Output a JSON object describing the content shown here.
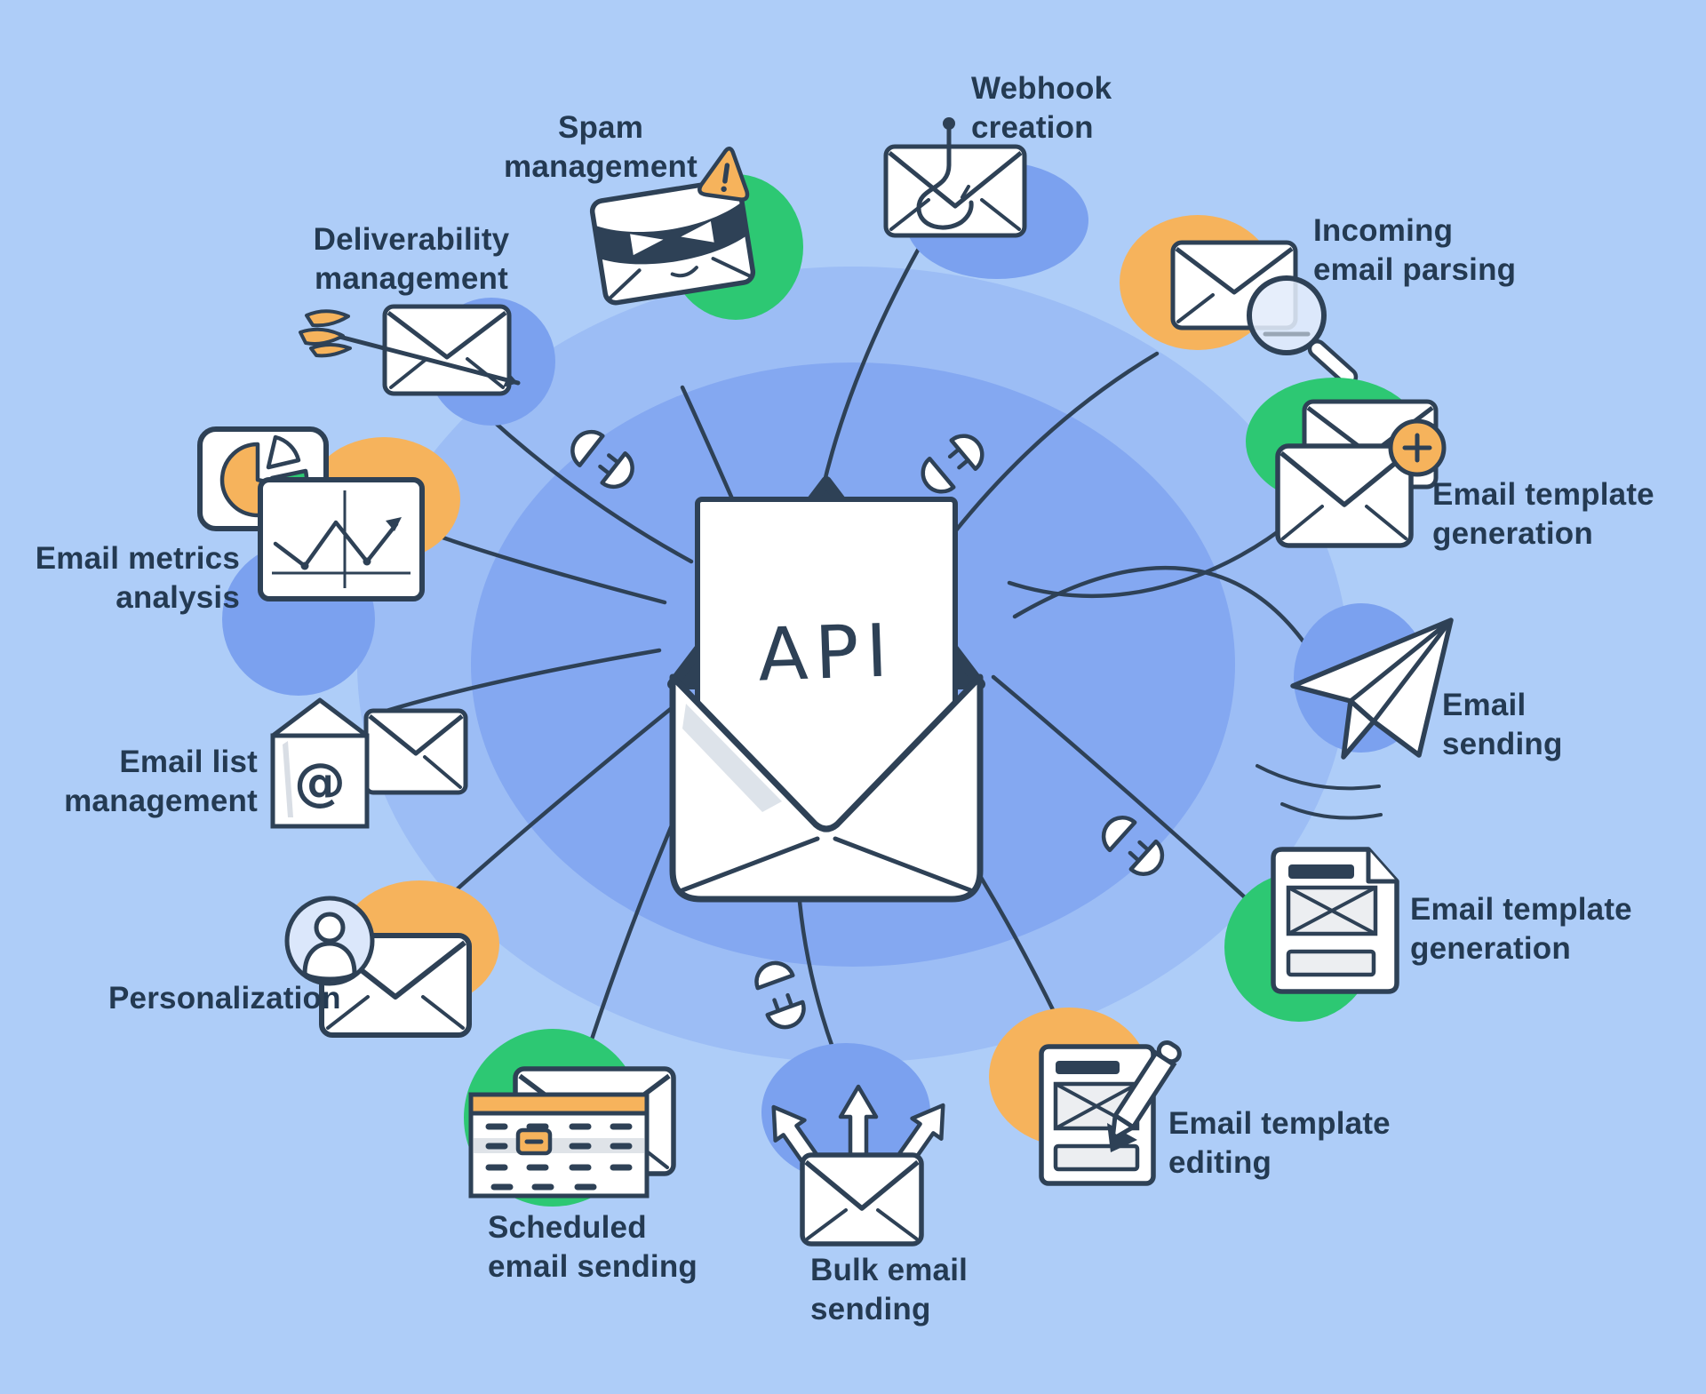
{
  "center": {
    "label": "API",
    "icon": "open-envelope-api-icon"
  },
  "features": [
    {
      "id": "spam-management",
      "label": "Spam\nmanagement",
      "icon": "masked-envelope-warning-icon",
      "blob_color": "#2dc873"
    },
    {
      "id": "webhook-creation",
      "label": "Webhook\ncreation",
      "icon": "envelope-fishhook-icon",
      "blob_color": "#7ba1ef"
    },
    {
      "id": "incoming-email-parsing",
      "label": "Incoming\nemail parsing",
      "icon": "envelope-magnifier-icon",
      "blob_color": "#f6b35c"
    },
    {
      "id": "email-template-generation",
      "label": "Email template\ngeneration",
      "icon": "envelope-stack-plus-icon",
      "blob_color": "#2dc873"
    },
    {
      "id": "email-sending",
      "label": "Email\nsending",
      "icon": "paper-plane-icon",
      "blob_color": "#7ba1ef"
    },
    {
      "id": "email-template-generation-2",
      "label": "Email template\ngeneration",
      "icon": "document-template-icon",
      "blob_color": "#2dc873"
    },
    {
      "id": "email-template-editing",
      "label": "Email template\nediting",
      "icon": "document-pencil-icon",
      "blob_color": "#f6b35c"
    },
    {
      "id": "bulk-email-sending",
      "label": "Bulk email\nsending",
      "icon": "envelope-arrows-icon",
      "blob_color": "#7ba1ef"
    },
    {
      "id": "scheduled-email-sending",
      "label": "Scheduled\nemail sending",
      "icon": "calendar-envelope-icon",
      "blob_color": "#2dc873"
    },
    {
      "id": "personalization",
      "label": "Personalization",
      "icon": "avatar-envelope-icon",
      "blob_color": "#f6b35c"
    },
    {
      "id": "email-list-management",
      "label": "Email list\nmanagement",
      "icon": "at-card-envelope-icon",
      "blob_color": "#7ba1ef"
    },
    {
      "id": "email-metrics-analysis",
      "label": "Email metrics\nanalysis",
      "icon": "pie-line-charts-icon",
      "blob_color": "#f6b35c"
    },
    {
      "id": "deliverability-management",
      "label": "Deliverability\nmanagement",
      "icon": "envelope-dart-icon",
      "blob_color": "#7ba1ef"
    }
  ],
  "icons": {
    "at_symbol": "@"
  },
  "colors": {
    "background": "#aecdf8",
    "ellipse_outer": "#9cbdf5",
    "ellipse_inner": "#84a8f1",
    "blob_blue": "#7ba1ef",
    "blob_green": "#2dc873",
    "blob_orange": "#f6b35c",
    "line_navy": "#2e4156",
    "text_navy": "#243a52",
    "white": "#ffffff",
    "shading_gray": "#dde3ea"
  }
}
